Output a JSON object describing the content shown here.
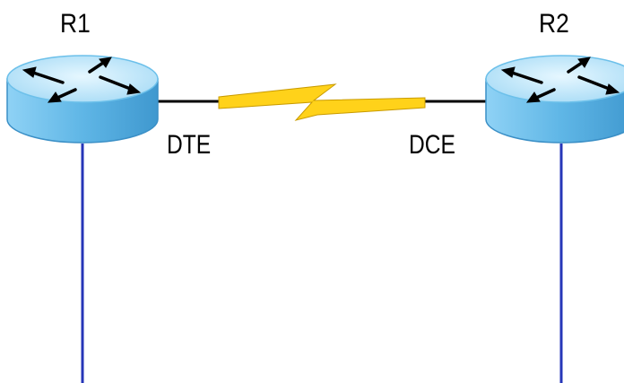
{
  "routers": [
    {
      "label": "R1"
    },
    {
      "label": "R2"
    }
  ],
  "link": {
    "type": "serial",
    "left_label": "DTE",
    "right_label": "DCE"
  },
  "colors": {
    "router_top": "#c9ecfb",
    "router_side": "#5fb6e6",
    "router_edge": "#3a8fc6",
    "serial_bolt": "#ffd21a",
    "serial_wire": "#000000",
    "lan_line": "#2636b8"
  },
  "icons": [
    "router-icon",
    "serial-link-icon",
    "lan-line"
  ]
}
